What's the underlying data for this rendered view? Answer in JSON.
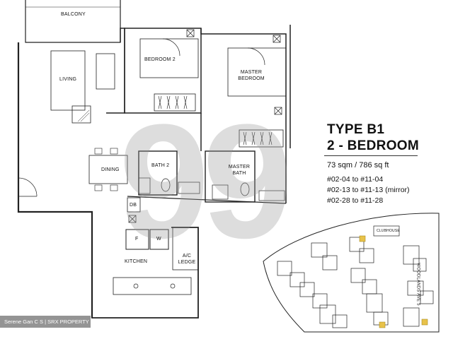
{
  "rooms": {
    "balcony": "BALCONY",
    "living": "LIVING",
    "bedroom2": "BEDROOM 2",
    "master_line1": "MASTER",
    "master_line2": "BEDROOM",
    "dining": "DINING",
    "bath2": "BATH 2",
    "masterbath_line1": "MASTER",
    "masterbath_line2": "BATH",
    "db": "DB",
    "fridge": "F",
    "washer": "W",
    "kitchen": "KITCHEN",
    "ac_line1": "A/C",
    "ac_line2": "LEDGE"
  },
  "unit": {
    "type": "TYPE B1",
    "subtype": "2 - BEDROOM",
    "area": "73 sqm / 786 sq ft",
    "units": [
      "#02-04 to #11-04",
      "#02-13 to #11-13 (mirror)",
      "#02-28 to #11-28"
    ]
  },
  "site": {
    "clubhouse": "CLUBHOUSE",
    "road": "WOODLANDS AVE 5"
  },
  "watermark_text": "Serene Gan C S | SRX PROPERTY",
  "watermark_number": "99"
}
